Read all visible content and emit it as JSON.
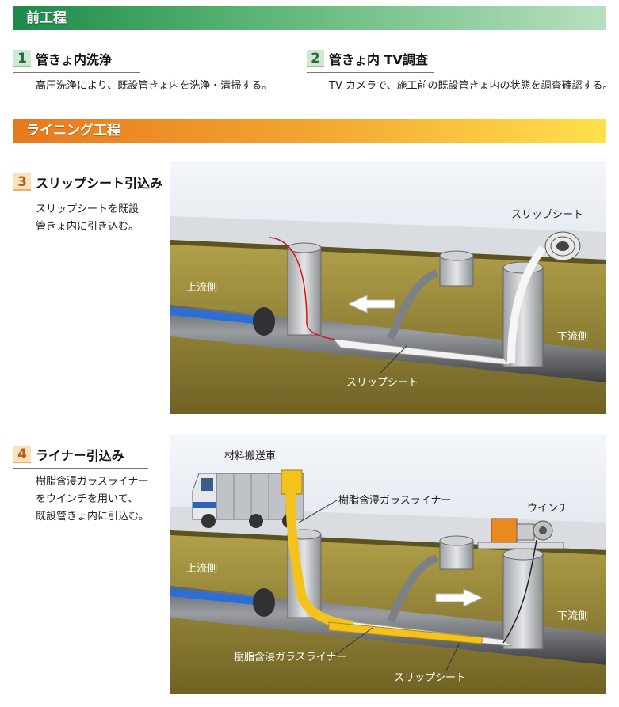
{
  "sections": {
    "pre": "前工程",
    "lining": "ライニング工程"
  },
  "steps": [
    {
      "num": "1",
      "title": "管きょ内洗浄",
      "desc": "高圧洗浄により、既設管きょ内を洗浄・清掃する。"
    },
    {
      "num": "2",
      "title": "管きょ内 TV調査",
      "desc": "TV カメラで、施工前の既設管きょ内の状態を調査確認する。"
    },
    {
      "num": "3",
      "title": "スリップシート引込み",
      "desc_lines": [
        "スリップシートを既設",
        "管きょ内に引き込む。"
      ]
    },
    {
      "num": "4",
      "title": "ライナー引込み",
      "desc_lines": [
        "樹脂含浸ガラスライナー",
        "をウインチを用いて、",
        "既設管きょ内に引込む。"
      ]
    }
  ],
  "diagram3": {
    "labels": {
      "upstream": "上流側",
      "downstream": "下流側",
      "slip_sheet_top": "スリップシート",
      "slip_sheet_bottom": "スリップシート"
    }
  },
  "diagram4": {
    "labels": {
      "truck": "材料搬送車",
      "liner_top": "樹脂含浸ガラスライナー",
      "winch": "ウインチ",
      "upstream": "上流側",
      "downstream": "下流側",
      "liner_bottom": "樹脂含浸ガラスライナー",
      "slip_sheet": "スリップシート"
    }
  },
  "colors": {
    "green_band": "#1d8a4a",
    "orange_band": "#e8781c",
    "soil": "#9a8a3e",
    "sky": "#e7eef5",
    "liner": "#f4c21c",
    "pipe": "#7d8084",
    "water": "#2b6fd6"
  }
}
